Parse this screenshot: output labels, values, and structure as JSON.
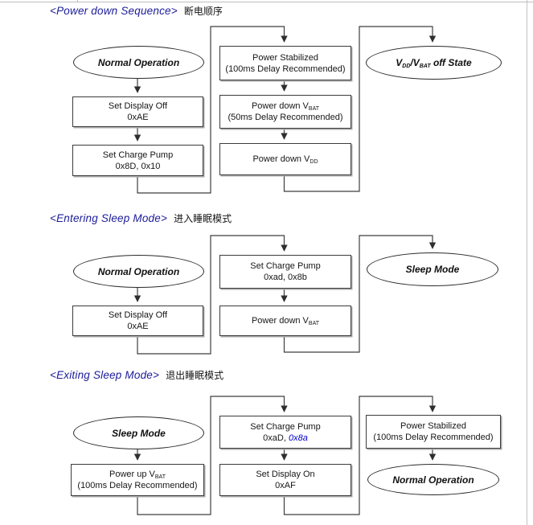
{
  "colors": {
    "title_blue": "#1b1b99",
    "highlight_blue": "#0000cc",
    "line_color": "#3e3e3e"
  },
  "sections": [
    {
      "title": "<Power down Sequence>",
      "subtitle_cn": "断电顺序",
      "start_label": "Normal Operation",
      "box_display_off": {
        "l1": "Set Display Off",
        "l2": "0xAE"
      },
      "box_charge_pump": {
        "l1": "Set Charge Pump",
        "l2": "0x8D, 0x10"
      },
      "box_power_stabilized": {
        "l1": "Power Stabilized",
        "l2": "(100ms Delay Recommended)"
      },
      "box_power_down_vbat": {
        "l1_pre": "Power down V",
        "l1_sub": "BAT",
        "l2": "(50ms Delay Recommended)"
      },
      "box_power_down_vdd": {
        "pre": "Power down V",
        "sub": "DD"
      },
      "end_label": {
        "p1": "V",
        "p1_sub": "DD",
        "p2": "/V",
        "p2_sub": "BAT",
        "p3": " off State"
      }
    },
    {
      "title": "<Entering Sleep Mode>",
      "subtitle_cn": "进入睡眠模式",
      "start_label": "Normal Operation",
      "box_display_off": {
        "l1": "Set Display Off",
        "l2": "0xAE"
      },
      "box_charge_pump": {
        "l1": "Set Charge Pump",
        "l2": "0xad, 0x8b"
      },
      "box_power_down_vbat": {
        "pre": "Power down V",
        "sub": "BAT"
      },
      "end_label": "Sleep Mode"
    },
    {
      "title": "<Exiting Sleep Mode>",
      "subtitle_cn": "退出睡眠模式",
      "start_label": "Sleep Mode",
      "box_power_up_vbat": {
        "l1_pre": "Power up V",
        "l1_sub": "BAT",
        "l2": "(100ms Delay Recommended)"
      },
      "box_charge_pump": {
        "l1": "Set Charge Pump",
        "l2_pre": "0xaD, ",
        "l2_highlight": "0x8a"
      },
      "box_display_on": {
        "l1": "Set Display On",
        "l2": "0xAF"
      },
      "box_power_stabilized": {
        "l1": "Power Stabilized",
        "l2": "(100ms Delay Recommended)"
      },
      "end_label": "Normal Operation"
    }
  ]
}
